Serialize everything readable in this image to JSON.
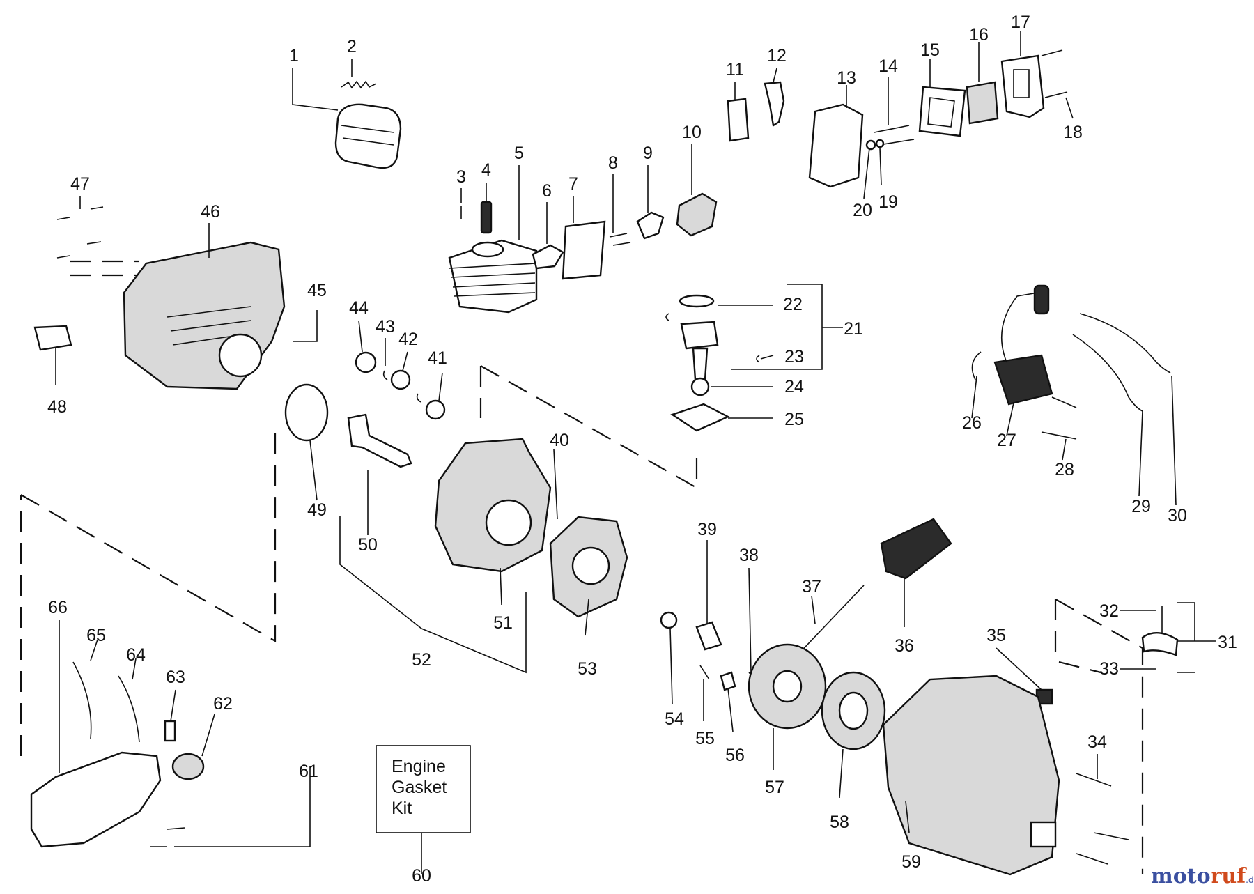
{
  "diagram": {
    "part_numbers": [
      "1",
      "2",
      "3",
      "4",
      "5",
      "6",
      "7",
      "8",
      "9",
      "10",
      "11",
      "12",
      "13",
      "14",
      "15",
      "16",
      "17",
      "18",
      "19",
      "20",
      "21",
      "22",
      "23",
      "24",
      "25",
      "26",
      "27",
      "28",
      "29",
      "30",
      "31",
      "32",
      "33",
      "34",
      "35",
      "36",
      "37",
      "38",
      "39",
      "40",
      "41",
      "42",
      "43",
      "44",
      "45",
      "46",
      "47",
      "48",
      "49",
      "50",
      "51",
      "52",
      "53",
      "54",
      "55",
      "56",
      "57",
      "58",
      "59",
      "60",
      "61",
      "62",
      "63",
      "64",
      "65",
      "66"
    ],
    "kit_box": {
      "line1": "Engine",
      "line2": "Gasket",
      "line3": "Kit"
    },
    "watermark": {
      "part1": "moto",
      "part2": "ruf",
      "suffix": ".de"
    }
  }
}
